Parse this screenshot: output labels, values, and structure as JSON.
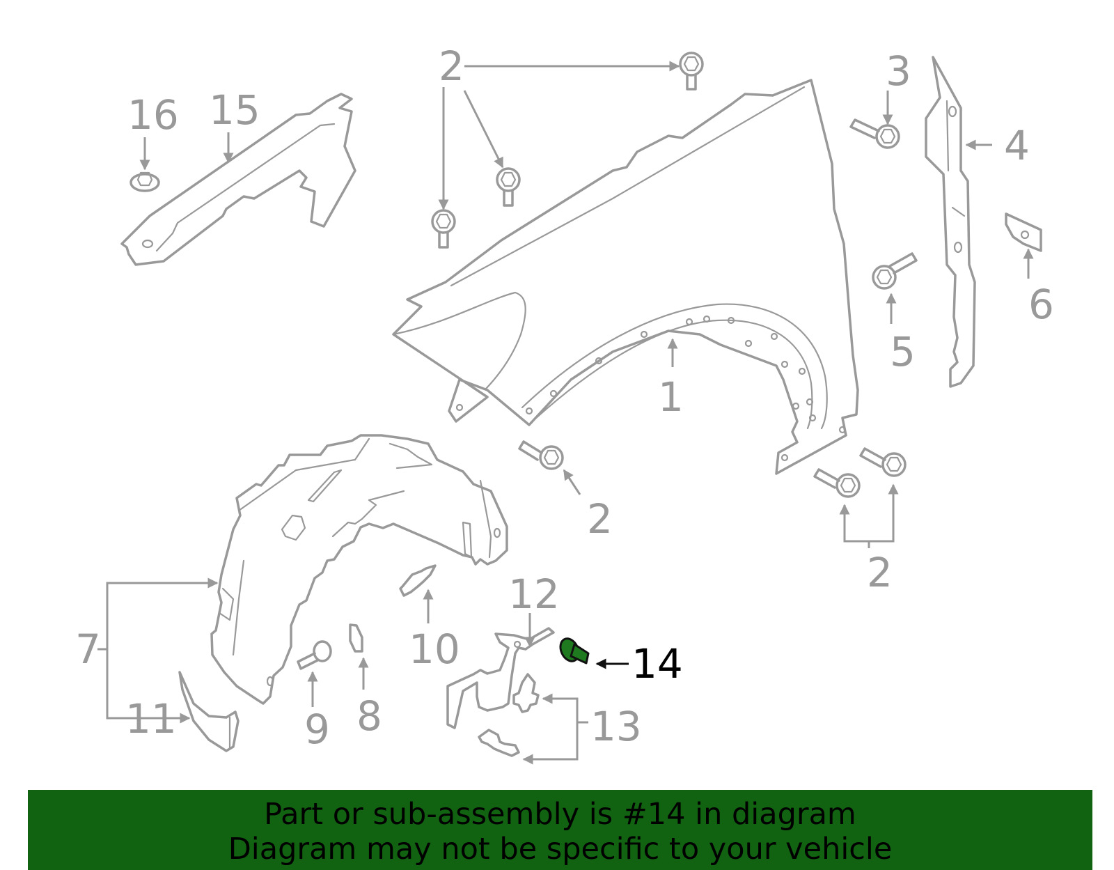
{
  "diagram": {
    "callouts": [
      {
        "id": "c1",
        "label": "1"
      },
      {
        "id": "c2a",
        "label": "2"
      },
      {
        "id": "c2b",
        "label": "2"
      },
      {
        "id": "c2c",
        "label": "2"
      },
      {
        "id": "c3",
        "label": "3"
      },
      {
        "id": "c4",
        "label": "4"
      },
      {
        "id": "c5",
        "label": "5"
      },
      {
        "id": "c6",
        "label": "6"
      },
      {
        "id": "c7",
        "label": "7"
      },
      {
        "id": "c8",
        "label": "8"
      },
      {
        "id": "c9",
        "label": "9"
      },
      {
        "id": "c10",
        "label": "10"
      },
      {
        "id": "c11",
        "label": "11"
      },
      {
        "id": "c12",
        "label": "12"
      },
      {
        "id": "c13",
        "label": "13"
      },
      {
        "id": "c14",
        "label": "14"
      },
      {
        "id": "c15",
        "label": "15"
      },
      {
        "id": "c16",
        "label": "16"
      }
    ],
    "highlighted_part": "14",
    "colors": {
      "line_art": "#999999",
      "highlight_part": "#1f7a1f",
      "highlight_label": "#000000",
      "banner_background": "#116311",
      "banner_text": "#000000"
    }
  },
  "banner": {
    "line1": "Part or sub-assembly is #14 in diagram",
    "line2": "Diagram may not be specific to your vehicle"
  }
}
